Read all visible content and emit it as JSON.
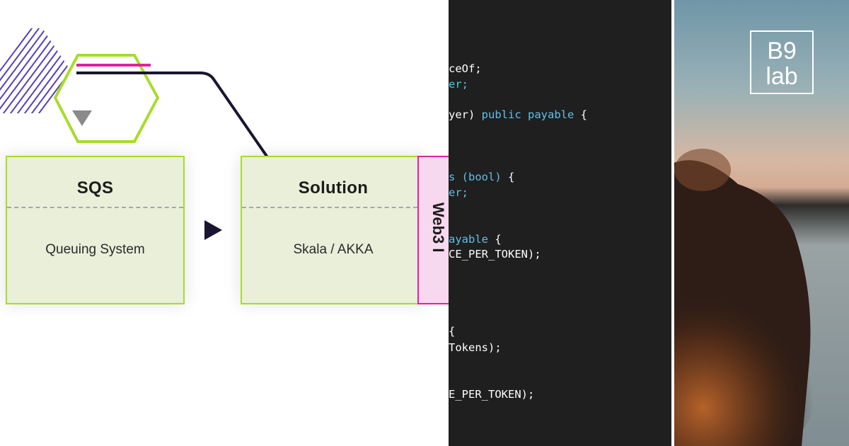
{
  "diagram": {
    "box1": {
      "title": "SQS",
      "subtitle": "Queuing System"
    },
    "box2": {
      "title": "Solution",
      "subtitle": "Skala / AKKA"
    },
    "box3": {
      "title": "Web3 I"
    }
  },
  "code": {
    "lines": [
      {
        "plain": "ceOf;",
        "kw": ""
      },
      {
        "plain": "",
        "kw": "er;"
      },
      {
        "plain": "yer) ",
        "kw": "public payable",
        "tail": " {"
      },
      {
        "plain": "",
        "kw": "s (bool)",
        "tail": " {"
      },
      {
        "plain": "",
        "kw": "er;"
      },
      {
        "plain": "",
        "kw": "ayable",
        "tail": " {"
      },
      {
        "plain": "CE_PER_TOKEN);"
      },
      {
        "plain": "{"
      },
      {
        "plain": "Tokens);"
      },
      {
        "plain": "E_PER_TOKEN);"
      }
    ]
  },
  "logo": {
    "line1": "B9",
    "line2": "lab"
  },
  "colors": {
    "green": "#a7dc2c",
    "magenta": "#e0239f",
    "purple": "#5b3fb5",
    "code_keyword": "#5fc0e8",
    "code_bg": "#1f1f1f"
  }
}
